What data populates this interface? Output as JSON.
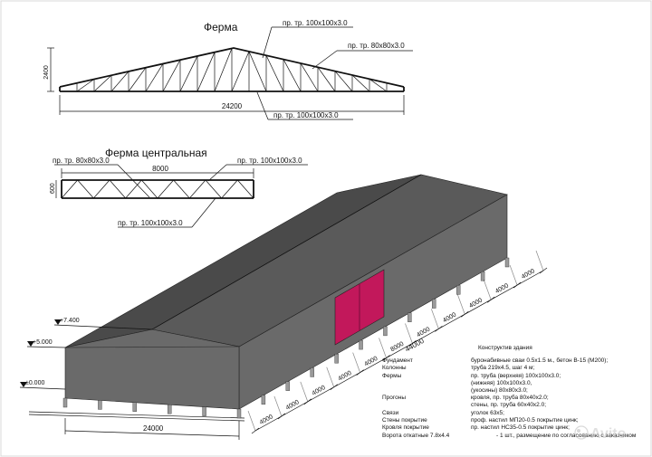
{
  "truss_main": {
    "title": "Ферма",
    "height": "2400",
    "span": "24200",
    "label_top_chord": "пр. тр. 100х100х3.0",
    "label_web": "пр. тр. 80х80х3.0",
    "label_bottom_chord": "пр. тр. 100х100х3.0"
  },
  "truss_central": {
    "title": "Ферма центральная",
    "length": "8000",
    "height": "600",
    "label_web": "пр. тр. 80х80х3.0",
    "label_top": "пр. тр. 100х100х3.0",
    "label_bottom": "пр. тр. 100х100х3.0"
  },
  "building": {
    "door_color": "#c2185b",
    "roof_color": "#4a4a4a",
    "wall_color": "#6a6a6a",
    "level_ridge": "+7.400",
    "level_eave": "+5.000",
    "level_ground": "±0.000",
    "width": "24000",
    "length": "44000",
    "bay_labels": [
      "4000",
      "4000",
      "4000",
      "4000",
      "4000",
      "8000",
      "4000",
      "4000",
      "4000",
      "4000",
      "4000"
    ]
  },
  "spec": {
    "title": "Конструктив здания",
    "rows": [
      {
        "name": "Фундамент",
        "value": "буронабивные сваи 0.5х1.5 м., бетон В-15 (М200);"
      },
      {
        "name": "Колонны",
        "value": "труба 219х4.5, шаг 4 м;"
      },
      {
        "name": "Фермы",
        "value": "пр. труба (верхняя) 100х100х3.0;"
      },
      {
        "name": "",
        "value": "(нижняя) 100х100х3.0,"
      },
      {
        "name": "",
        "value": "(укосины) 80х80х3.0;"
      },
      {
        "name": "Прогоны",
        "value": "кровля, пр. труба 80х40х2.0;"
      },
      {
        "name": "",
        "value": "стены, пр. труба 60х40х2.0;"
      },
      {
        "name": "Связи",
        "value": "уголок 63х5;"
      },
      {
        "name": "Стены покрытие",
        "value": "проф. настил МП20-0.5 покрытие цинк;"
      },
      {
        "name": "Кровля покрытие",
        "value": "пр. настил НС35-0.5 покрытие цинк;"
      },
      {
        "name": "Ворота откатные 7.8х4.4",
        "value": "- 1 шт., размещение по согласованию с заказчиком"
      }
    ]
  },
  "watermark": "Avito"
}
